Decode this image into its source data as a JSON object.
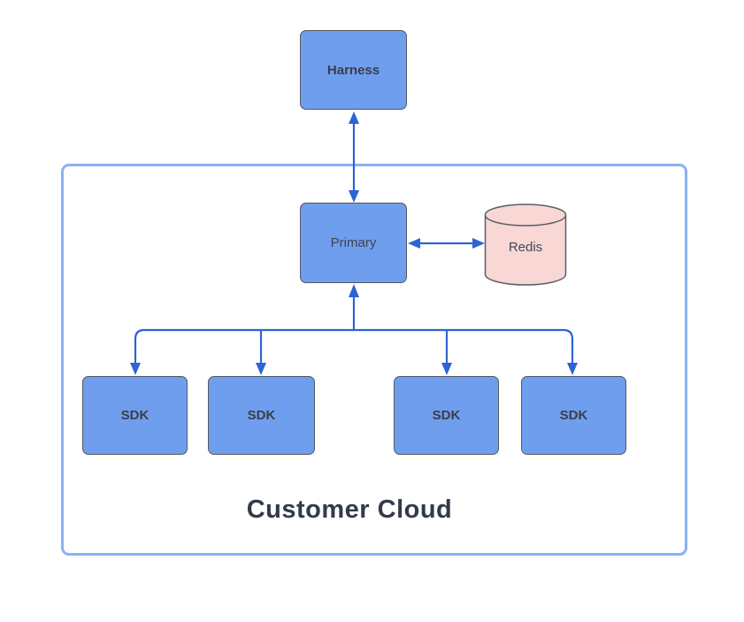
{
  "diagram": {
    "container": {
      "label": "Customer Cloud"
    },
    "nodes": {
      "harness": {
        "label": "Harness",
        "shape": "rounded-rect"
      },
      "primary": {
        "label": "Primary",
        "shape": "rounded-rect"
      },
      "redis": {
        "label": "Redis",
        "shape": "cylinder"
      },
      "sdks": [
        {
          "label": "SDK"
        },
        {
          "label": "SDK"
        },
        {
          "label": "SDK"
        },
        {
          "label": "SDK"
        }
      ]
    },
    "edges": [
      {
        "from": "Harness",
        "to": "Primary",
        "direction": "bidirectional"
      },
      {
        "from": "Primary",
        "to": "Redis",
        "direction": "bidirectional"
      },
      {
        "from": "Primary",
        "to": "SDK",
        "direction": "fan-out to 4 SDK nodes, arrowheads into each SDK and back into Primary"
      }
    ],
    "colors": {
      "node_fill": "#6F9EEE",
      "node_border": "#54585F",
      "cylinder_fill": "#F8D7D5",
      "cylinder_border": "#5B5F66",
      "arrow": "#2E63D6",
      "container_border": "#8BB0F6",
      "node_label_text": "#3F444E",
      "container_label_text": "#333B49",
      "background": "#FFFFFF"
    }
  }
}
